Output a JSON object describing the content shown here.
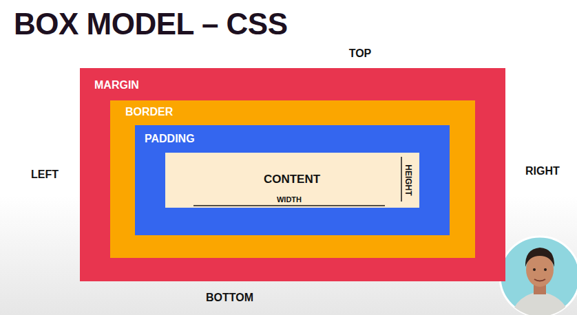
{
  "diagram": {
    "title": "BOX MODEL – CSS",
    "nodes": [
      {
        "text": [
          "MARGIN"
        ]
      },
      {
        "text": [
          "BORDER"
        ],
        "in": 0
      },
      {
        "text": [
          "PADDING"
        ],
        "in": 1
      },
      {
        "text": [
          "CONTENT",
          "WIDTH",
          "HEIGHT"
        ],
        "in": 2
      }
    ],
    "labels": [
      "TOP",
      "LEFT",
      "RIGHT",
      "BOTTOM"
    ]
  }
}
